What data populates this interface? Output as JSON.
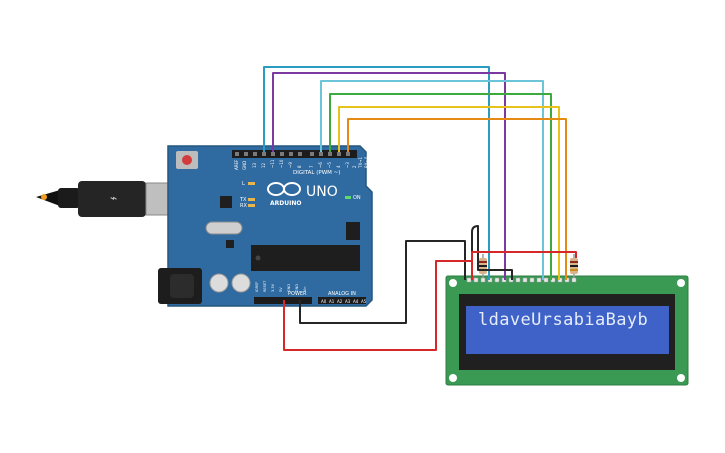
{
  "board": {
    "model": "UNO",
    "brand": "ARDUINO",
    "on_label": "ON",
    "tx_label": "TX",
    "rx_label": "RX",
    "l_label": "L",
    "digital_label": "DIGITAL (PWM ~)",
    "power_label": "POWER",
    "analog_label": "ANALOG IN",
    "aref_label": "AREF",
    "gnd_label": "GND",
    "digital_pins": [
      "13",
      "12",
      "~11",
      "~10",
      "~9",
      "8",
      "7",
      "~6",
      "~5",
      "4",
      "~3",
      "2",
      "TX→1",
      "RX←0"
    ],
    "power_pins": [
      "IOREF",
      "RESET",
      "3.3V",
      "5V",
      "GND",
      "GND",
      "Vin"
    ],
    "analog_pins": [
      "A0",
      "A1",
      "A2",
      "A3",
      "A4",
      "A5"
    ]
  },
  "lcd": {
    "text": "ldaveUrsabiaBayb"
  },
  "colors": {
    "board": "#2f6aa0",
    "lcd_pcb": "#3a9a54",
    "lcd_screen": "#3f62c8",
    "wire_cyan_dark": "#2c9bc0",
    "wire_purple": "#7b3aa2",
    "wire_light_blue": "#6cc4d8",
    "wire_green": "#3daa3d",
    "wire_yellow": "#e8c21c",
    "wire_orange": "#e58a12",
    "wire_black": "#262626",
    "wire_red": "#d62828"
  }
}
